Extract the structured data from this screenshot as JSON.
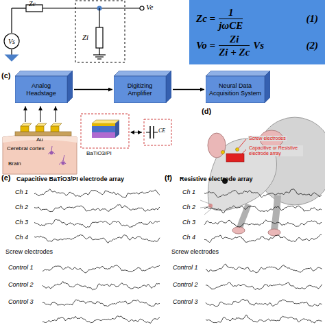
{
  "diagram": {
    "nodes": [
      {
        "text": [
          "Vs"
        ]
      },
      {
        "text": [
          "Zc =",
          "1",
          "jωCE",
          "(1)",
          "Vo =",
          "Zi",
          "Zi + Zc",
          "Vs",
          "(2)"
        ]
      },
      {
        "text": [
          "Analog Headstage"
        ]
      },
      {
        "text": [
          "Digitizing Amplifier"
        ]
      },
      {
        "text": [
          "Neural Data Acquisition System"
        ]
      }
    ],
    "edges": [
      {
        "from": 2,
        "to": 3,
        "arrow": "to"
      },
      {
        "from": 3,
        "to": 4,
        "arrow": "to"
      }
    ],
    "labels": [
      "Zc",
      "Ve",
      "Zi",
      "(c)",
      "Au",
      "Cerebral cortex",
      "Brain",
      "BaTiO3/PI",
      "CE",
      "(d)",
      "Screw electrodes",
      "Capacitive or Resistive electrode array",
      "(e)",
      "Capacitive BaTiO3/PI electrode array",
      "Ch 1",
      "Ch 2",
      "Ch 3",
      "Ch 4",
      "Screw electrodes",
      "Control 1",
      "Control 2",
      "Control 3",
      "(f)",
      "Resistive electrode array",
      "Ch 1",
      "Ch 2",
      "Ch 3",
      "Ch 4",
      "Screw electrodes",
      "Control 1",
      "Control 2",
      "Control 3"
    ]
  }
}
